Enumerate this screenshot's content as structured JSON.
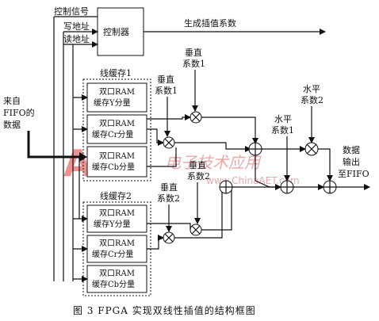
{
  "signals": {
    "control": "控制信号",
    "write_addr": "写地址",
    "read_addr": "读地址",
    "input_line1": "来自",
    "input_line2": "FIFO的",
    "input_line3": "数据"
  },
  "controller": {
    "label": "控制器",
    "output": "生成插值系数"
  },
  "buffers": [
    {
      "title": "线缓存1",
      "rams": [
        {
          "line1": "双口RAM",
          "line2": "缓存Y分量"
        },
        {
          "line1": "双口RAM",
          "line2": "缓存Cr分量"
        },
        {
          "line1": "双口RAM",
          "line2": "缓存Cb分量"
        }
      ]
    },
    {
      "title": "线缓存2",
      "rams": [
        {
          "line1": "双口RAM",
          "line2": "缓存Y分量"
        },
        {
          "line1": "双口RAM",
          "line2": "缓存Cr分量"
        },
        {
          "line1": "双口RAM",
          "line2": "缓存Cb分量"
        }
      ]
    }
  ],
  "coefficients": {
    "v1_top": {
      "line1": "垂直",
      "line2": "系数1"
    },
    "v1_left": {
      "line1": "垂直",
      "line2": "系数1"
    },
    "v2_top": {
      "line1": "垂直",
      "line2": "系数2"
    },
    "v2_left": {
      "line1": "垂直",
      "line2": "系数2"
    },
    "h1": {
      "line1": "水平",
      "line2": "系数1"
    },
    "h2": {
      "line1": "水平",
      "line2": "系数2"
    }
  },
  "output": {
    "line1": "数据",
    "line2": "输出",
    "line3": "至FIFO"
  },
  "watermark": {
    "logo": "AET",
    "cn": "电子技术应用",
    "url": "www.ChinaAET.com"
  },
  "caption": "图 3 FPGA 实现双线性插值的结构框图"
}
